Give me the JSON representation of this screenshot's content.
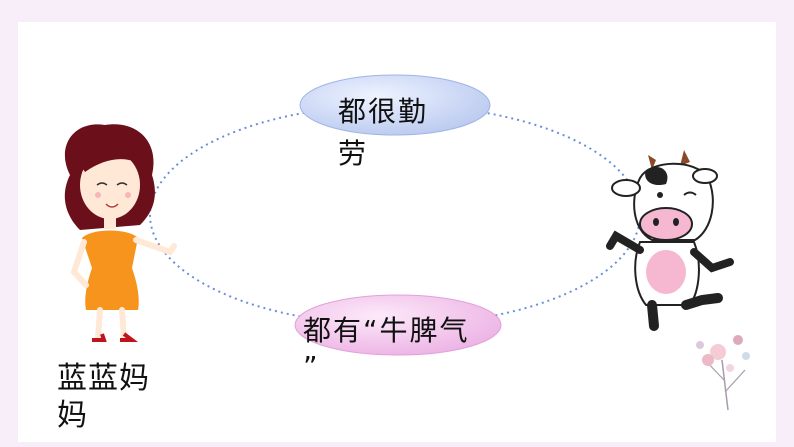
{
  "diagram": {
    "top_bubble": {
      "line1": "都很勤",
      "line2": "劳"
    },
    "bottom_bubble": {
      "line1": "都有“牛脾气",
      "line2": "”"
    },
    "left_person": {
      "line1": "蓝蓝妈",
      "line2": "妈",
      "icon": "cartoon-woman-orange-dress"
    },
    "right_figure": {
      "icon": "cartoon-cow"
    },
    "decoration": {
      "icon": "flower-bouquet"
    },
    "colors": {
      "background": "#f7eefa",
      "bubble_fill": "#c9d6f4",
      "bottom_bubble_fill": "#f2c3ec",
      "connector": "#6a8fd8",
      "dress": "#f7941d",
      "hair": "#6b0f1a",
      "cow_pink": "#f6b8d1"
    }
  }
}
